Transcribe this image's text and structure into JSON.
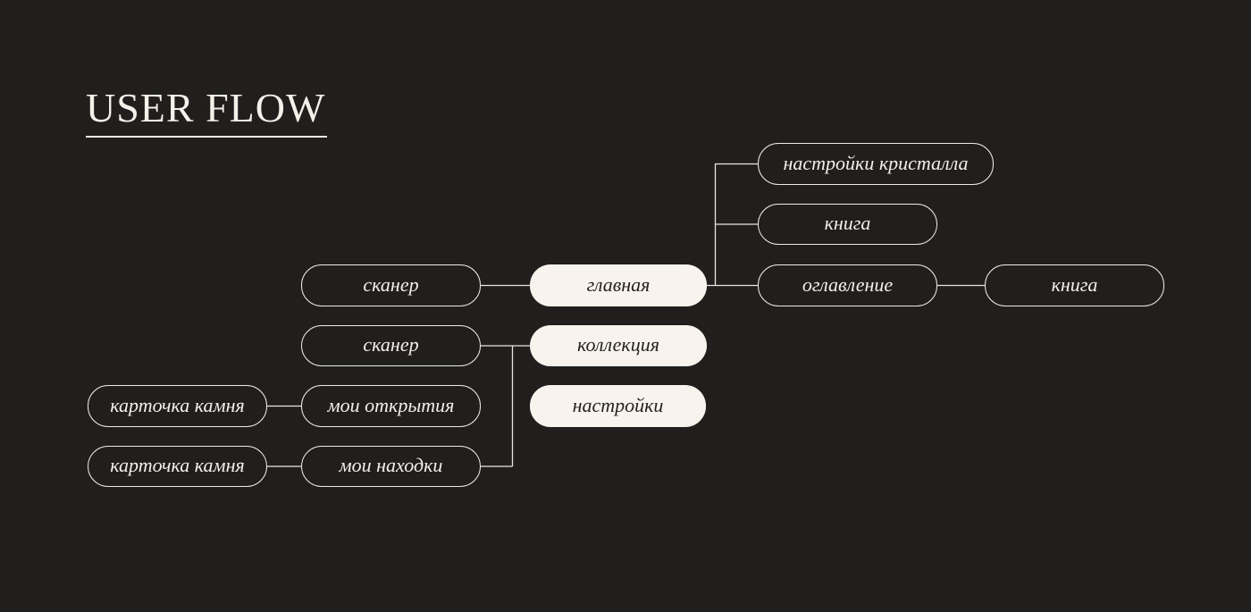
{
  "title": "USER FLOW",
  "diagram": {
    "nodes": [
      {
        "id": "crystal-settings",
        "label": "настройки кристалла",
        "style": "outlined"
      },
      {
        "id": "book-1",
        "label": "книга",
        "style": "outlined"
      },
      {
        "id": "scanner-1",
        "label": "сканер",
        "style": "outlined"
      },
      {
        "id": "main",
        "label": "главная",
        "style": "filled"
      },
      {
        "id": "contents",
        "label": "оглавление",
        "style": "outlined"
      },
      {
        "id": "book-2",
        "label": "книга",
        "style": "outlined"
      },
      {
        "id": "scanner-2",
        "label": "сканер",
        "style": "outlined"
      },
      {
        "id": "collection",
        "label": "коллекция",
        "style": "filled"
      },
      {
        "id": "stone-card-1",
        "label": "карточка камня",
        "style": "outlined"
      },
      {
        "id": "my-discoveries",
        "label": "мои открытия",
        "style": "outlined"
      },
      {
        "id": "settings",
        "label": "настройки",
        "style": "filled"
      },
      {
        "id": "stone-card-2",
        "label": "карточка камня",
        "style": "outlined"
      },
      {
        "id": "my-finds",
        "label": "мои находки",
        "style": "outlined"
      }
    ],
    "edges": [
      {
        "from": "сканер",
        "to": "главная"
      },
      {
        "from": "главная",
        "to": "настройки кристалла"
      },
      {
        "from": "главная",
        "to": "книга"
      },
      {
        "from": "главная",
        "to": "оглавление"
      },
      {
        "from": "оглавление",
        "to": "книга"
      },
      {
        "from": "сканер",
        "to": "коллекция"
      },
      {
        "from": "коллекция",
        "to": "мои находки"
      },
      {
        "from": "карточка камня",
        "to": "мои открытия"
      },
      {
        "from": "карточка камня",
        "to": "мои находки"
      }
    ]
  },
  "colors": {
    "background": "#201f1e",
    "node_stroke": "#eeebe4",
    "node_fill": "#f8f4ed",
    "text_light": "#f2efe8",
    "text_dark": "#262220",
    "connector": "#e9e6df"
  }
}
